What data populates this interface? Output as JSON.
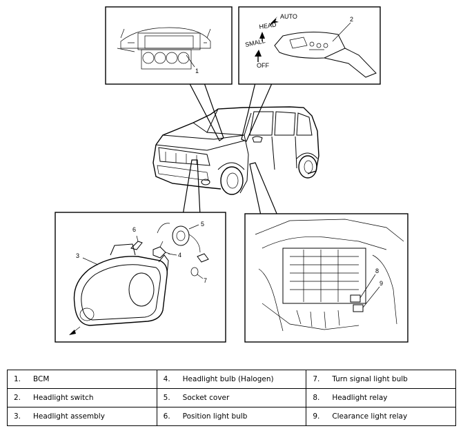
{
  "callouts": {
    "bcm": "1",
    "headlight_switch": "2",
    "headlight_assembly": "3",
    "headlight_bulb": "4",
    "socket_cover": "5",
    "position_light_bulb": "6",
    "turn_signal_bulb": "7",
    "headlight_relay": "8",
    "clearance_light_relay": "9"
  },
  "switch_positions": {
    "auto": "AUTO",
    "head": "HEAD",
    "small": "SMALL",
    "off": "OFF"
  },
  "legend": [
    [
      {
        "num": "1.",
        "label": "BCM"
      },
      {
        "num": "4.",
        "label": "Headlight bulb (Halogen)"
      },
      {
        "num": "7.",
        "label": "Turn signal light bulb"
      }
    ],
    [
      {
        "num": "2.",
        "label": "Headlight switch"
      },
      {
        "num": "5.",
        "label": "Socket cover"
      },
      {
        "num": "8.",
        "label": "Headlight relay"
      }
    ],
    [
      {
        "num": "3.",
        "label": "Headlight assembly"
      },
      {
        "num": "6.",
        "label": "Position light bulb"
      },
      {
        "num": "9.",
        "label": "Clearance light relay"
      }
    ]
  ]
}
